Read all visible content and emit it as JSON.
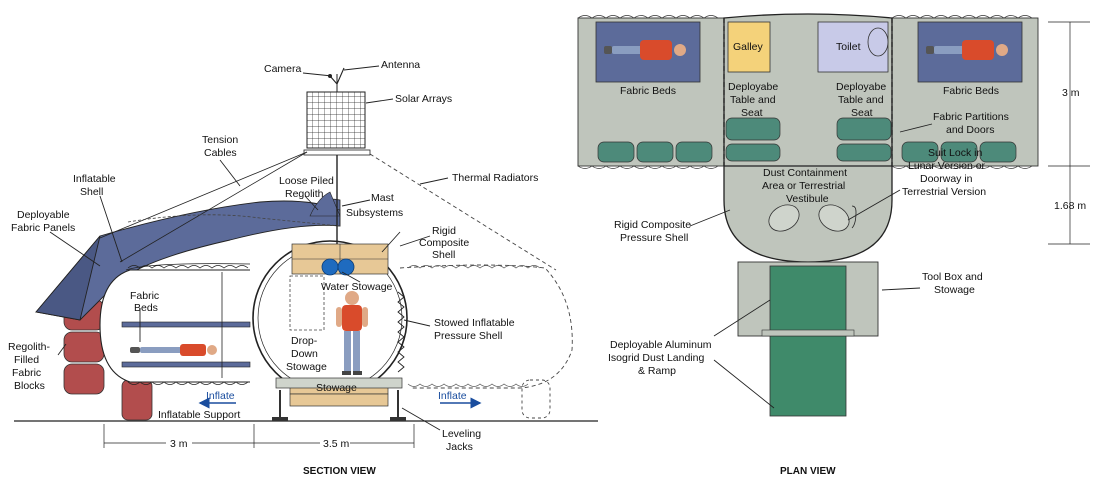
{
  "colors": {
    "pressure_shell": "#5c6b9a",
    "fabric_gray": "#bfc5bc",
    "cushion_green": "#4d8a7a",
    "galley_yellow": "#f4d27a",
    "toilet_lavender": "#c8cae8",
    "regolith_block": "#b24d4d",
    "ramp_green": "#3f8a6a",
    "stowage_tan": "#e7c896",
    "water_blue": "#1f6bbf",
    "arrow_blue": "#1a4d9e"
  },
  "section_view": {
    "title": "SECTION VIEW",
    "labels": {
      "camera": "Camera",
      "antenna": "Antenna",
      "solar_arrays": "Solar Arrays",
      "tension_cables": [
        "Tension",
        "Cables"
      ],
      "inflatable_shell": [
        "Inflatable",
        "Shell"
      ],
      "loose_piled_regolith": [
        "Loose Piled",
        "Regolith"
      ],
      "thermal_radiators": "Thermal Radiators",
      "deployable_fabric_panels": [
        "Deployable",
        "Fabric Panels"
      ],
      "mast": "Mast",
      "subsystems": "Subsystems",
      "rigid_composite_shell": [
        "Rigid",
        "Composite",
        "Shell"
      ],
      "fabric_beds": [
        "Fabric",
        "Beds"
      ],
      "water_stowage": "Water Stowage",
      "stowed_inflatable_pressure_shell": [
        "Stowed Inflatable",
        "Pressure Shell"
      ],
      "drop_down_stowage": [
        "Drop-",
        "Down",
        "Stowage"
      ],
      "regolith_filled_fabric_blocks": [
        "Regolith-",
        "Filled",
        "Fabric",
        "Blocks"
      ],
      "stowage": "Stowage",
      "inflate_left": "Inflate",
      "inflate_right": "Inflate",
      "inflatable_support": "Inflatable Support",
      "leveling_jacks": [
        "Leveling",
        "Jacks"
      ],
      "dim_left": "3 m",
      "dim_right": "3.5 m"
    }
  },
  "plan_view": {
    "title": "PLAN VIEW",
    "labels": {
      "galley": "Galley",
      "toilet": "Toilet",
      "fabric_beds_left": "Fabric Beds",
      "fabric_beds_right": "Fabric Beds",
      "deployable_table_left": [
        "Deployabe",
        "Table and",
        "Seat"
      ],
      "deployable_table_right": [
        "Deployabe",
        "Table and",
        "Seat"
      ],
      "fabric_partitions": [
        "Fabric Partitions",
        "and Doors"
      ],
      "dust_containment": [
        "Dust Containment",
        "Area or Terrestrial",
        "Vestibule"
      ],
      "suit_lock": [
        "Suit Lock in",
        "Lunar Version or",
        "Doorway in",
        "Terrestrial Version"
      ],
      "rigid_composite_pressure_shell": [
        "Rigid Composite",
        "Pressure Shell"
      ],
      "tool_box": [
        "Tool Box and",
        "Stowage"
      ],
      "ramp": [
        "Deployable Aluminum",
        "Isogrid Dust Landing",
        "& Ramp"
      ],
      "dim_3m": "3 m",
      "dim_168m": "1.68 m"
    }
  }
}
